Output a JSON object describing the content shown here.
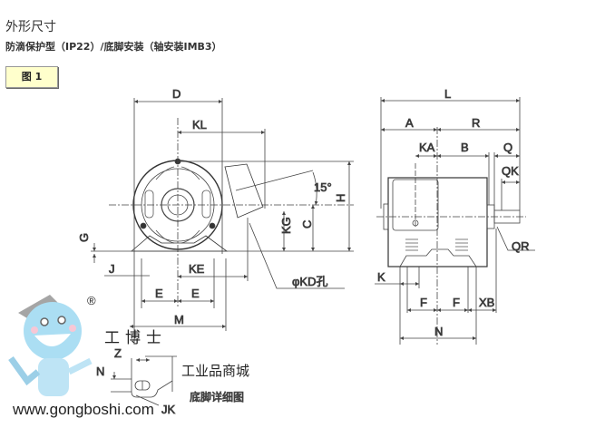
{
  "header": {
    "title": "外形尺寸",
    "subtitle": "防滴保护型（IP22）/底脚安装（轴安装IMB3）",
    "figure_tab": "图 1"
  },
  "front_view": {
    "D": "D",
    "KL": "KL",
    "angle": "15°",
    "H": "H",
    "C": "C",
    "KG": "KG",
    "G": "G",
    "J": "J",
    "KE": "KE",
    "E1": "E",
    "E2": "E",
    "M": "M",
    "KD": "φKD孔"
  },
  "side_view": {
    "L": "L",
    "A": "A",
    "R": "R",
    "KA": "KA",
    "B": "B",
    "Q": "Q",
    "QK": "QK",
    "QR": "QR",
    "K": "K",
    "F1": "F",
    "F2": "F",
    "XB": "XB",
    "N": "N"
  },
  "foot_detail": {
    "Z": "Z",
    "N": "N",
    "JK": "JK",
    "caption": "底脚详细图"
  },
  "watermark": {
    "registered": "®",
    "brand": "工博士",
    "mall": "工业品商城",
    "url": "www.gongboshi.com"
  }
}
